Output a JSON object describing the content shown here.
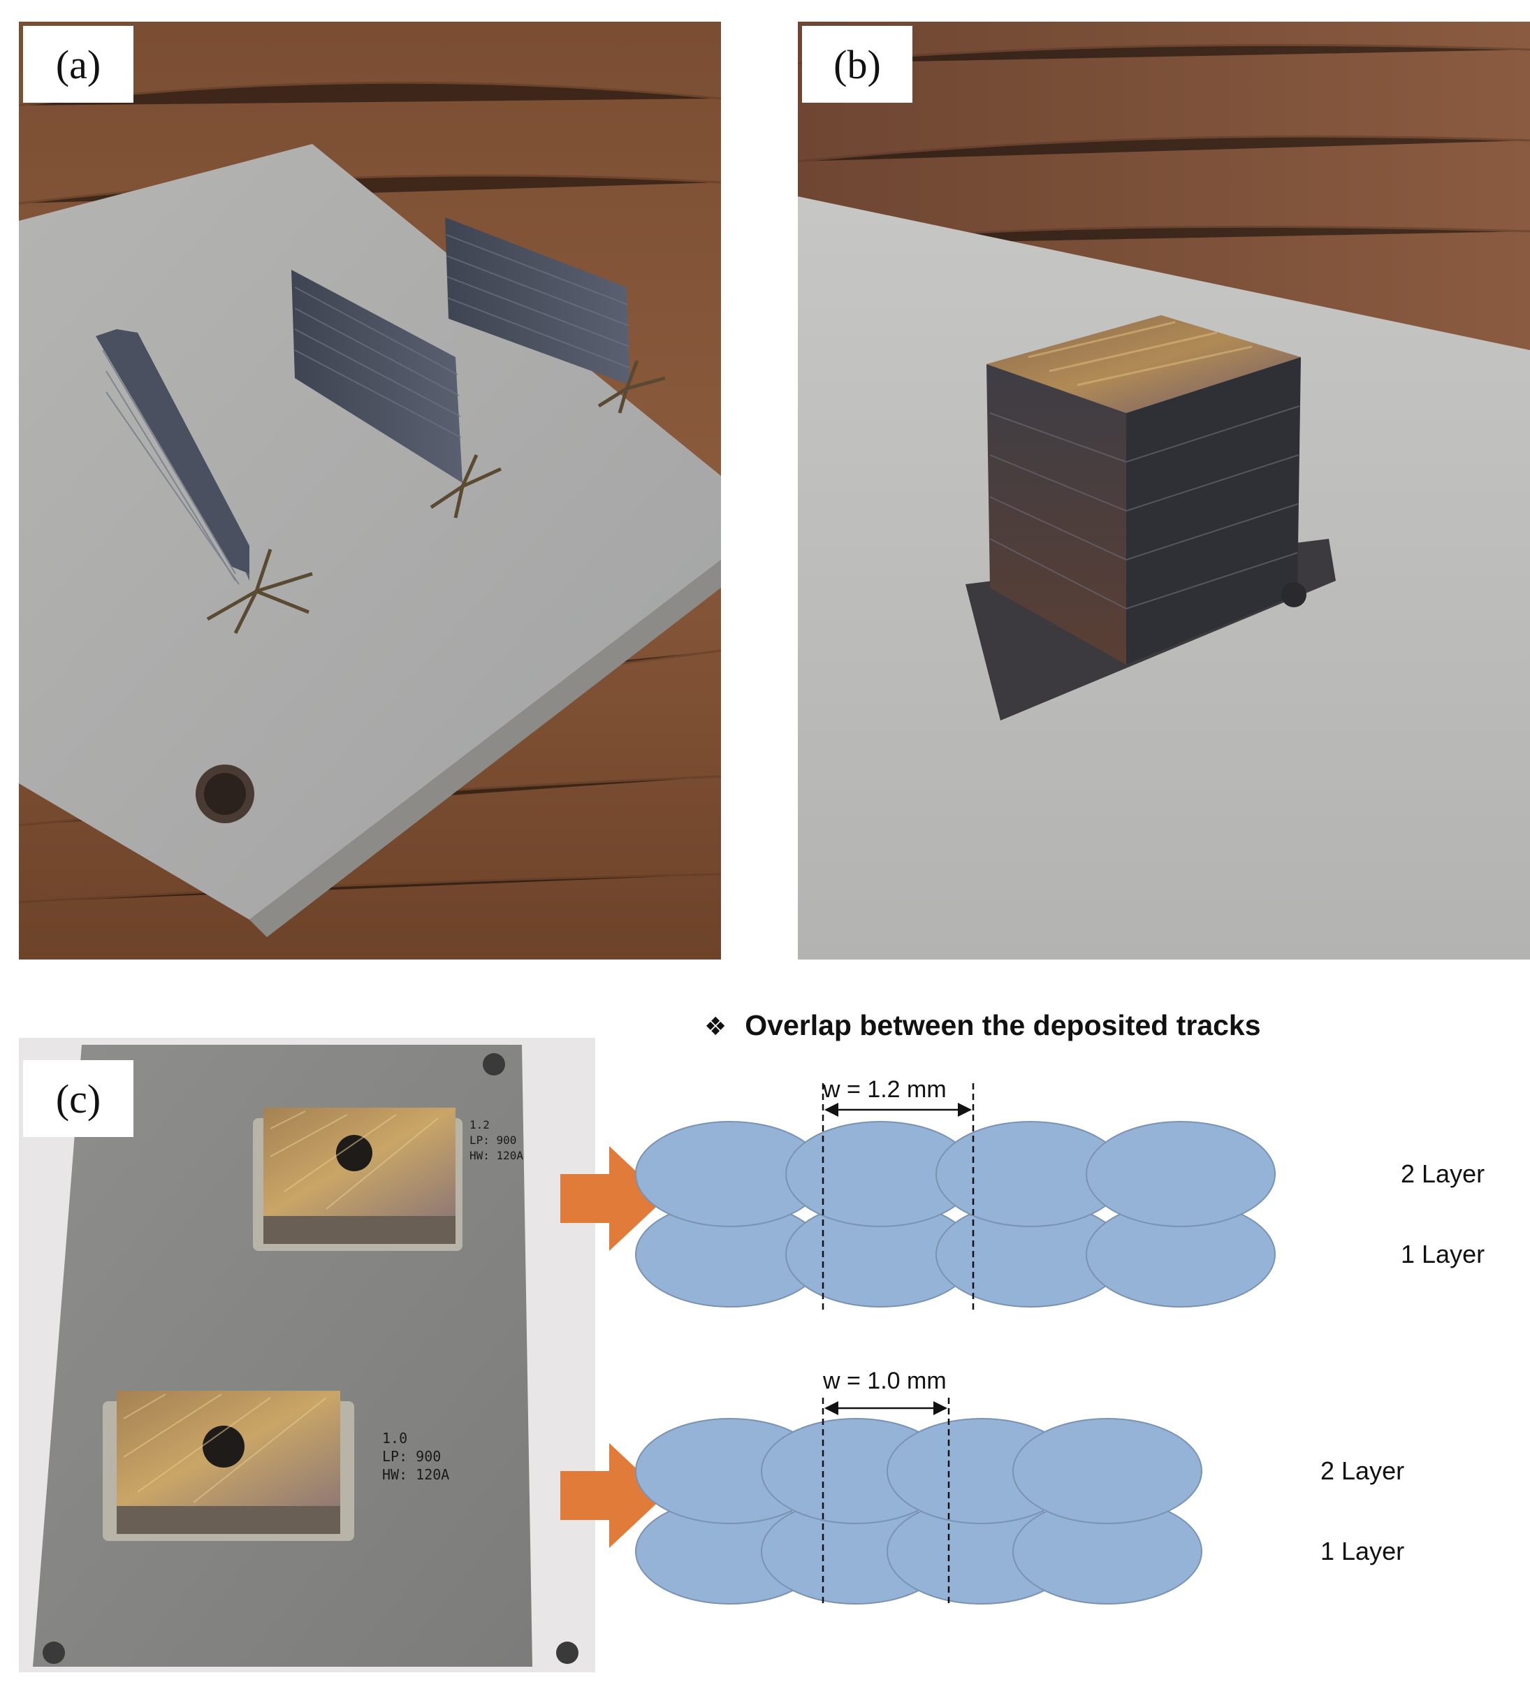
{
  "panels": {
    "a": {
      "label": "(a)"
    },
    "b": {
      "label": "(b)"
    },
    "c": {
      "label": "(c)",
      "sample_top_note": [
        "1.2",
        "LP: 900",
        "HW: 120A"
      ],
      "sample_bottom_note": [
        "1.0",
        "LP: 900",
        "HW: 120A"
      ]
    }
  },
  "diagram": {
    "title": "Overlap between the deposited tracks",
    "bullet": "❖",
    "track_color": "#95b3d7",
    "track_stroke": "#7a93b2",
    "arrow_color": "#e07b39",
    "rows": [
      {
        "width_label": "w = 1.2 mm",
        "layer_labels": [
          "2 Layer",
          "1 Layer"
        ]
      },
      {
        "width_label": "w = 1.0 mm",
        "layer_labels": [
          "2 Layer",
          "1 Layer"
        ]
      }
    ]
  }
}
